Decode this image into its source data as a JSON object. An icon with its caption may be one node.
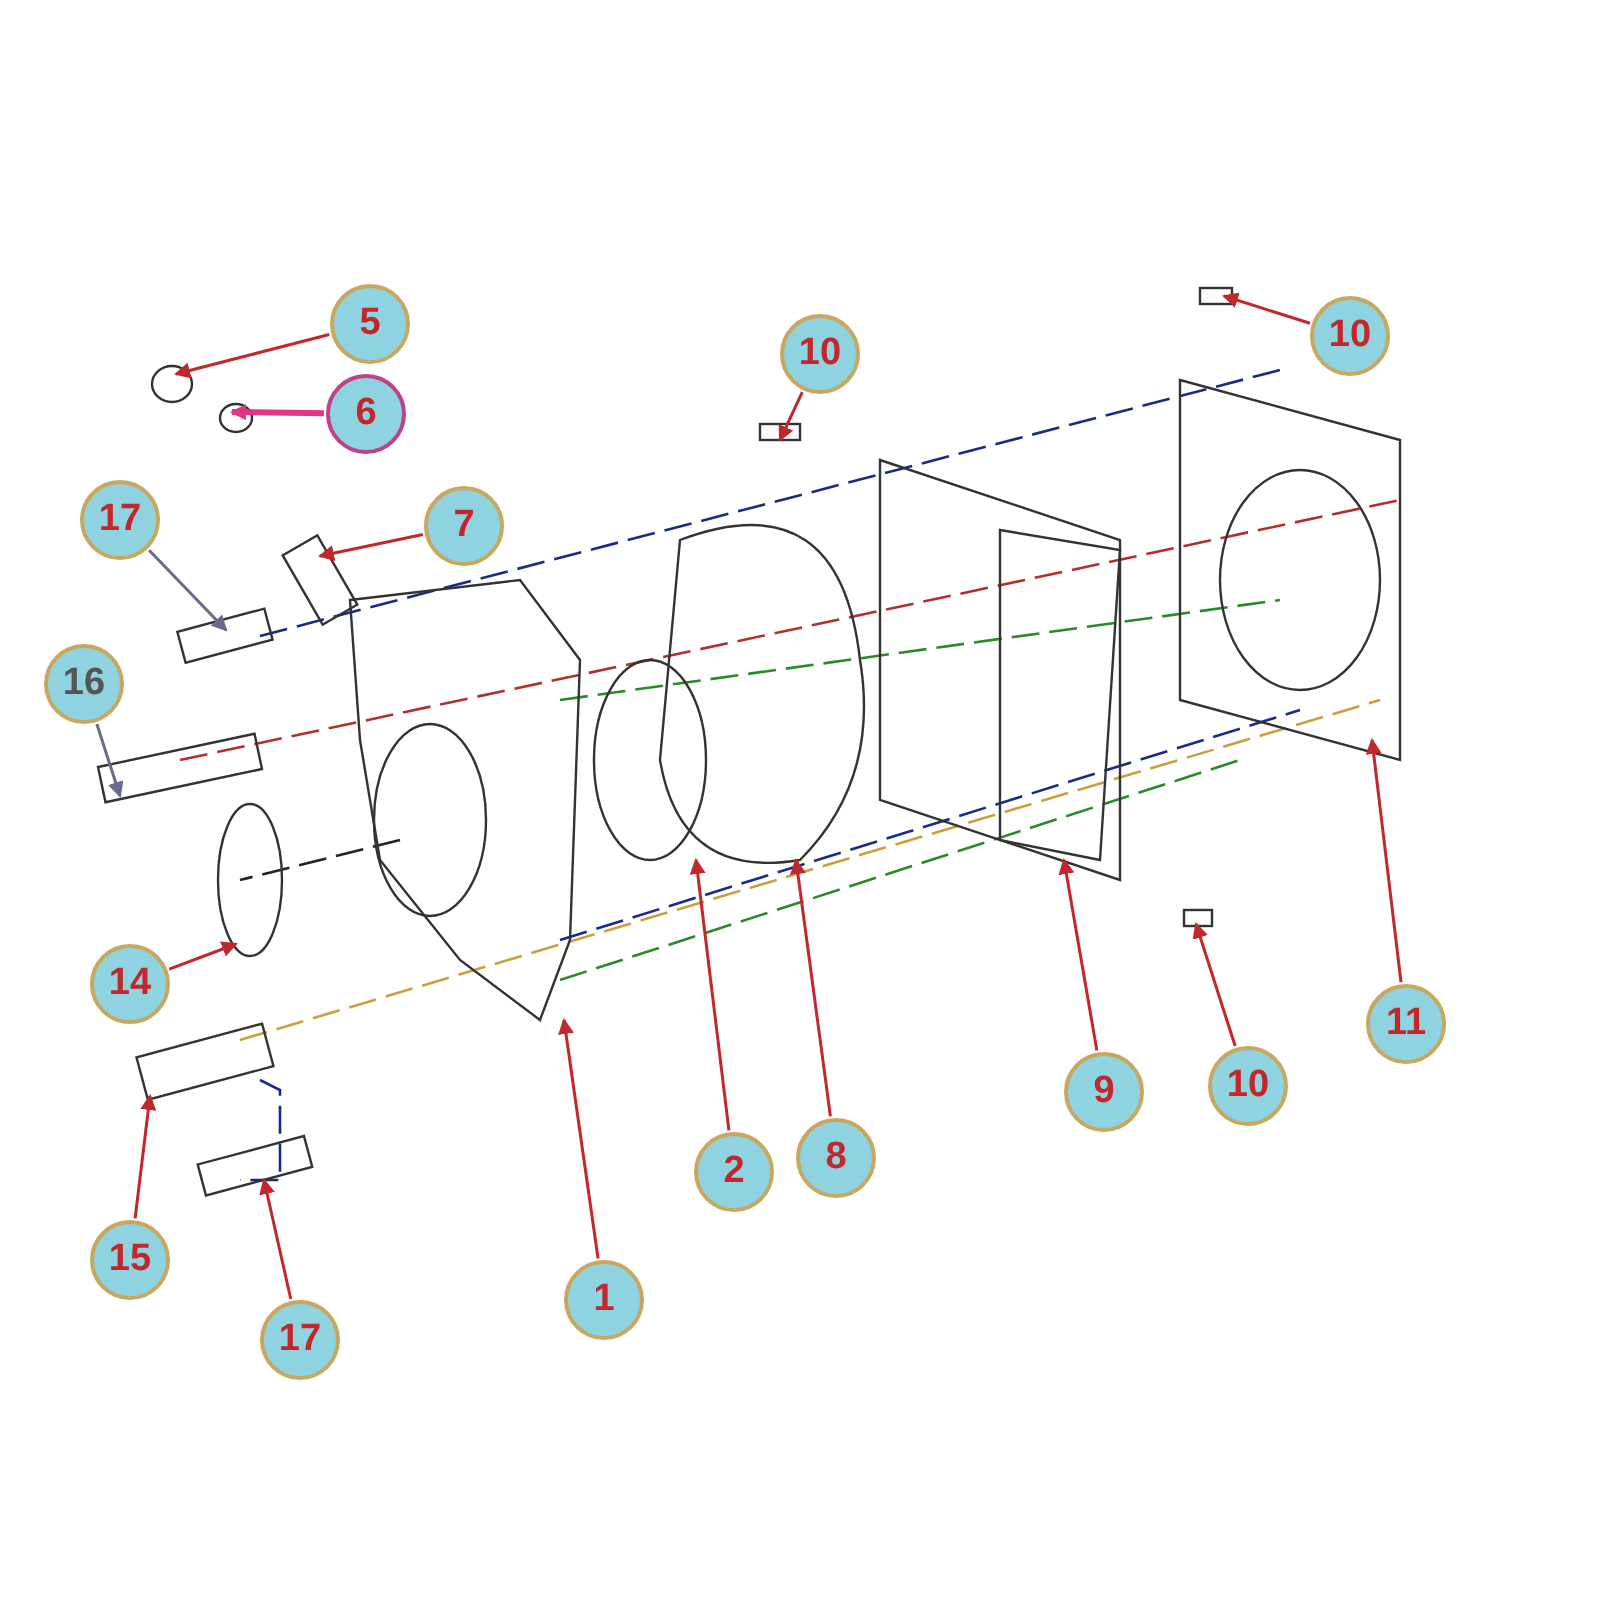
{
  "diagram": {
    "nodes": [
      {
        "text": [
          "5"
        ]
      },
      {
        "text": [
          "6"
        ]
      },
      {
        "text": [
          "7"
        ]
      },
      {
        "text": [
          "17"
        ]
      },
      {
        "text": [
          "10"
        ]
      },
      {
        "text": [
          "10"
        ]
      },
      {
        "text": [
          "16"
        ]
      },
      {
        "text": [
          "14"
        ]
      },
      {
        "text": [
          "11"
        ]
      },
      {
        "text": [
          "10"
        ]
      },
      {
        "text": [
          "9"
        ]
      },
      {
        "text": [
          "2"
        ]
      },
      {
        "text": [
          "8"
        ]
      },
      {
        "text": [
          "15"
        ]
      },
      {
        "text": [
          "1"
        ]
      },
      {
        "text": [
          "17"
        ]
      }
    ],
    "edges": [
      {
        "from": 0,
        "to": null,
        "arrow": "to"
      },
      {
        "from": 1,
        "to": null,
        "arrow": "to",
        "style": "thick",
        "color": "#e0368a"
      },
      {
        "from": 2,
        "to": null,
        "arrow": "to"
      },
      {
        "from": 3,
        "to": null,
        "arrow": "to",
        "color": "#6a6a8a"
      },
      {
        "from": 4,
        "to": null,
        "arrow": "to"
      },
      {
        "from": 5,
        "to": null,
        "arrow": "to"
      },
      {
        "from": 6,
        "to": null,
        "arrow": "to",
        "color": "#6a6a8a"
      },
      {
        "from": 7,
        "to": null,
        "arrow": "to"
      },
      {
        "from": 8,
        "to": null,
        "arrow": "to"
      },
      {
        "from": 9,
        "to": null,
        "arrow": "to"
      },
      {
        "from": 10,
        "to": null,
        "arrow": "to"
      },
      {
        "from": 11,
        "to": null,
        "arrow": "to"
      },
      {
        "from": 12,
        "to": null,
        "arrow": "to"
      },
      {
        "from": 13,
        "to": null,
        "arrow": "to"
      },
      {
        "from": 14,
        "to": null,
        "arrow": "to"
      },
      {
        "from": 15,
        "to": null,
        "arrow": "to"
      }
    ]
  }
}
